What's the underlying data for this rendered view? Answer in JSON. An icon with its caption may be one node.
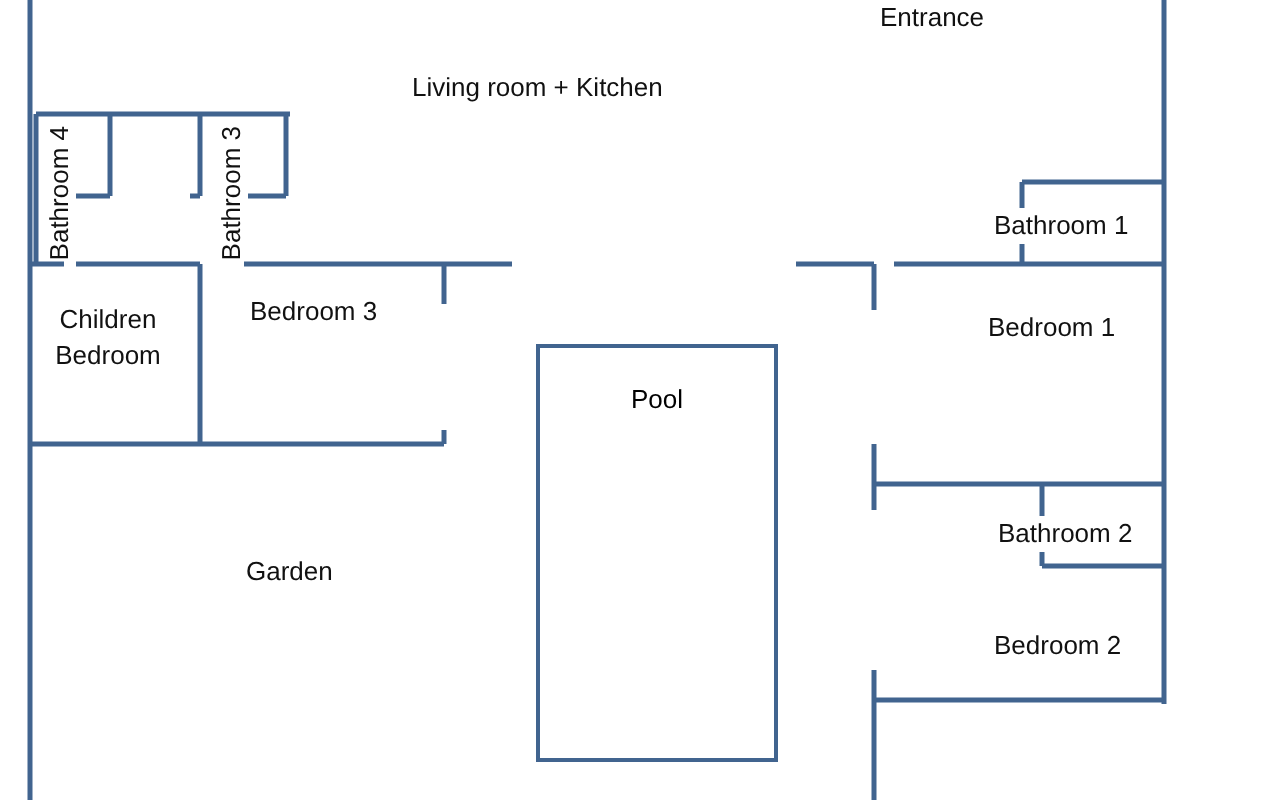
{
  "diagram": {
    "nodes": [
      {
        "text": [
          "Pool"
        ]
      }
    ],
    "edges": [],
    "labels": [
      "Entrance",
      "Living room + Kitchen",
      "Bathroom 4",
      "Bathroom 3",
      "Bathroom 1",
      "Children Bedroom",
      "Bedroom 3",
      "Bedroom 1",
      "Bathroom 2",
      "Garden",
      "Bedroom 2"
    ]
  }
}
